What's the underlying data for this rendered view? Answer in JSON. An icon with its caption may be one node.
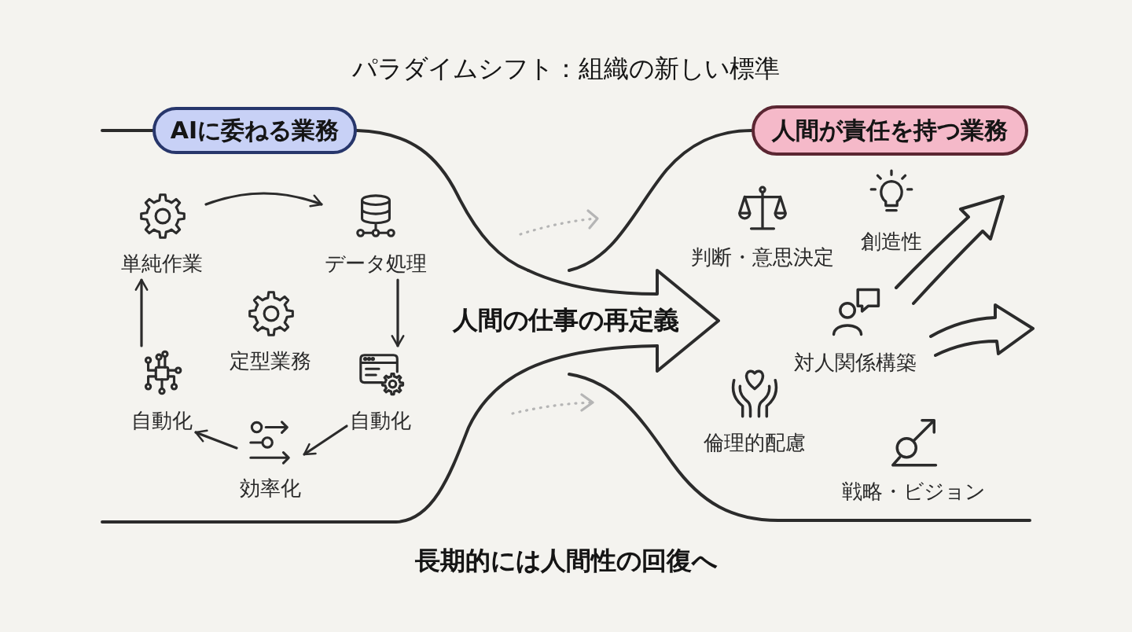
{
  "diagram": {
    "title": "パラダイムシフト：組織の新しい標準",
    "caption": "長期的には人間性の回復へ",
    "nodes": [
      {
        "text": [
          "AIに委ねる業務"
        ]
      },
      {
        "text": [
          "単純作業"
        ]
      },
      {
        "text": [
          "データ処理"
        ]
      },
      {
        "text": [
          "定型業務"
        ]
      },
      {
        "text": [
          "自動化"
        ]
      },
      {
        "text": [
          "自動化"
        ]
      },
      {
        "text": [
          "効率化"
        ]
      },
      {
        "text": [
          "人間の仕事の再定義"
        ]
      },
      {
        "text": [
          "人間が責任を持つ業務"
        ]
      },
      {
        "text": [
          "判断・意思決定"
        ]
      },
      {
        "text": [
          "創造性"
        ]
      },
      {
        "text": [
          "対人関係構築"
        ]
      },
      {
        "text": [
          "倫理的配慮"
        ]
      },
      {
        "text": [
          "戦略・ビジョン"
        ]
      }
    ],
    "edges": [
      {
        "from": 1,
        "to": 2,
        "arrow": "to"
      },
      {
        "from": 2,
        "to": 5,
        "arrow": "to"
      },
      {
        "from": 5,
        "to": 6,
        "arrow": "to"
      },
      {
        "from": 6,
        "to": 4,
        "arrow": "to"
      },
      {
        "from": 4,
        "to": 1,
        "arrow": "to"
      },
      {
        "from": 0,
        "to": 7,
        "arrow": "none"
      },
      {
        "from": 7,
        "to": 8,
        "arrow": "none"
      }
    ]
  }
}
